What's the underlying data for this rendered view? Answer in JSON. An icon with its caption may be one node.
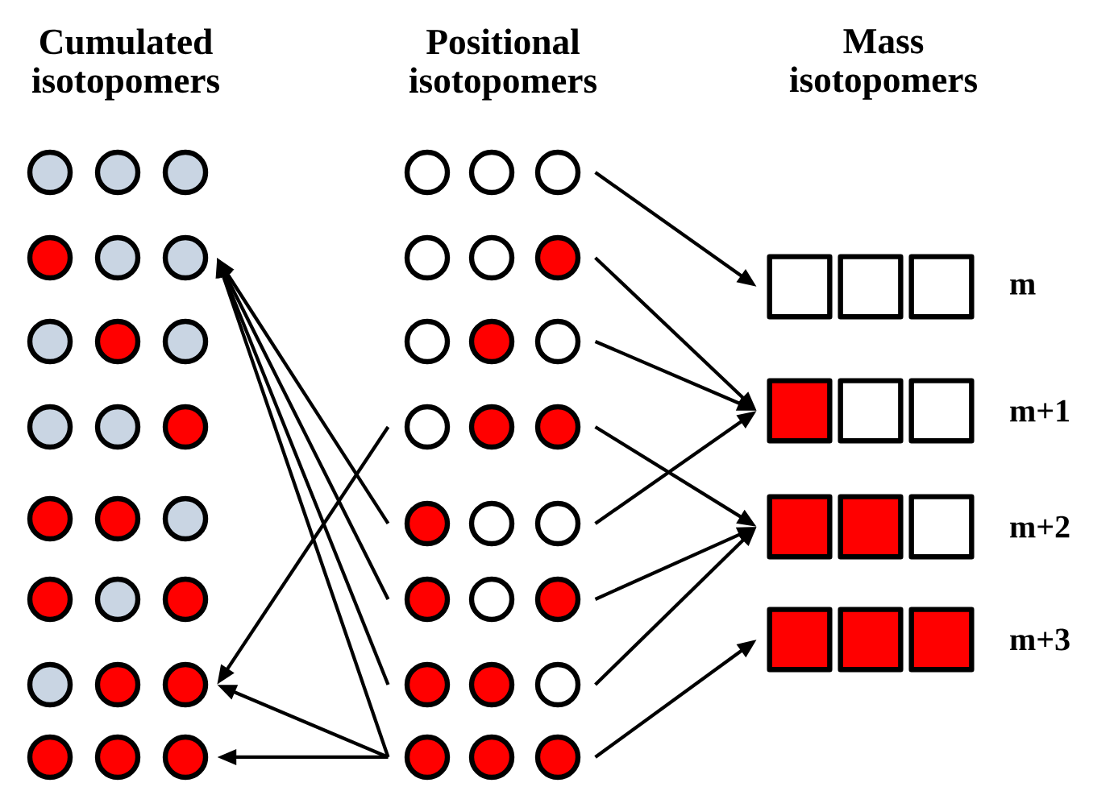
{
  "diagram": {
    "nodes": [
      {
        "text": [],
        "shape": "circle"
      },
      {
        "text": [],
        "shape": "circle"
      },
      {
        "text": [],
        "shape": "circle"
      },
      {
        "text": [],
        "shape": "circle"
      },
      {
        "text": [],
        "shape": "circle"
      },
      {
        "text": [],
        "shape": "circle"
      },
      {
        "text": [],
        "shape": "circle"
      },
      {
        "text": [],
        "shape": "circle"
      },
      {
        "text": [],
        "shape": "circle"
      },
      {
        "text": [],
        "shape": "circle"
      },
      {
        "text": [],
        "shape": "circle"
      },
      {
        "text": [],
        "shape": "circle"
      },
      {
        "text": [],
        "shape": "circle"
      },
      {
        "text": [],
        "shape": "circle"
      },
      {
        "text": [],
        "shape": "circle"
      },
      {
        "text": [],
        "shape": "circle"
      },
      {
        "text": [],
        "shape": "box",
        "beside": [
          "m"
        ]
      },
      {
        "text": [],
        "shape": "box",
        "beside": [
          "m+1"
        ]
      },
      {
        "text": [],
        "shape": "box",
        "beside": [
          "m+2"
        ]
      },
      {
        "text": [],
        "shape": "box",
        "beside": [
          "m+3"
        ]
      }
    ],
    "edges": [
      {
        "from": 8,
        "to": 16,
        "arrow": "to"
      },
      {
        "from": 9,
        "to": 17,
        "arrow": "to"
      },
      {
        "from": 10,
        "to": 17,
        "arrow": "to"
      },
      {
        "from": 11,
        "to": 18,
        "arrow": "to"
      },
      {
        "from": 12,
        "to": 17,
        "arrow": "to"
      },
      {
        "from": 13,
        "to": 18,
        "arrow": "to"
      },
      {
        "from": 14,
        "to": 18,
        "arrow": "to"
      },
      {
        "from": 15,
        "to": 19,
        "arrow": "to"
      },
      {
        "from": 11,
        "to": 6,
        "arrow": "to"
      },
      {
        "from": 12,
        "to": 1,
        "arrow": "to"
      },
      {
        "from": 13,
        "to": 1,
        "arrow": "to"
      },
      {
        "from": 14,
        "to": 1,
        "arrow": "to"
      },
      {
        "from": 15,
        "to": 1,
        "arrow": "to"
      },
      {
        "from": 15,
        "to": 6,
        "arrow": "to"
      },
      {
        "from": 15,
        "to": 7,
        "arrow": "to"
      }
    ],
    "labels": [
      "Cumulated isotopomers",
      "Positional isotopomers",
      "Mass isotopomers"
    ]
  }
}
